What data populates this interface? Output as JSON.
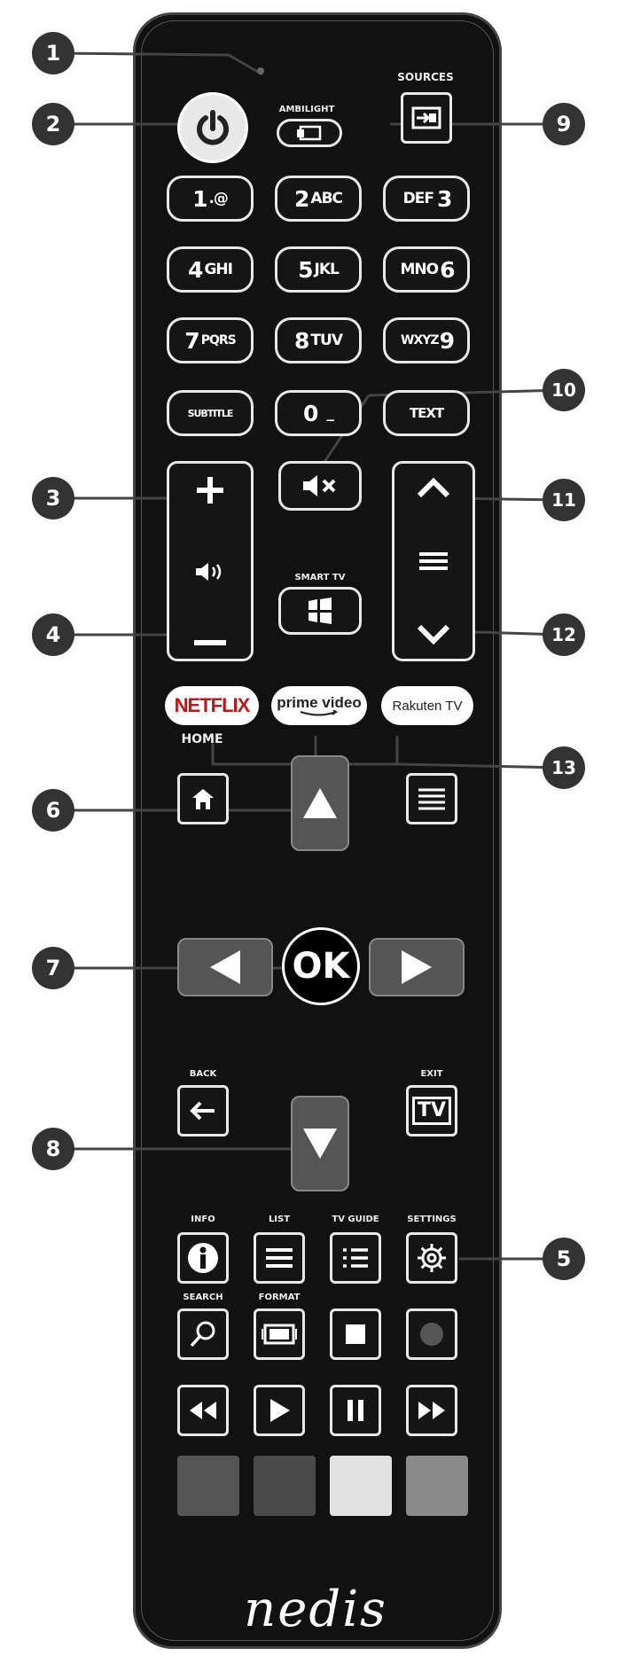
{
  "callouts": [
    "1",
    "2",
    "3",
    "4",
    "5",
    "6",
    "7",
    "8",
    "9",
    "10",
    "11",
    "12",
    "13"
  ],
  "labels": {
    "ambilight": "AMBILIGHT",
    "sources": "SOURCES",
    "smart_tv": "SMART TV",
    "home": "HOME",
    "back": "BACK",
    "exit": "EXIT",
    "info": "INFO",
    "list": "LIST",
    "tv_guide": "TV GUIDE",
    "settings": "SETTINGS",
    "search": "SEARCH",
    "format": "FORMAT"
  },
  "keys": {
    "k1": {
      "main": "1",
      "sub": ".@"
    },
    "k2": {
      "main": "2",
      "sub": "ABC"
    },
    "k3": {
      "main": "3",
      "sub": "DEF"
    },
    "k4": {
      "main": "4",
      "sub": "GHI"
    },
    "k5": {
      "main": "5",
      "sub": "JKL"
    },
    "k6": {
      "main": "6",
      "sub": "MNO"
    },
    "k7": {
      "main": "7",
      "sub": "PQRS"
    },
    "k8": {
      "main": "8",
      "sub": "TUV"
    },
    "k9": {
      "main": "9",
      "sub": "WXYZ"
    },
    "k0": {
      "main": "0",
      "sub": "_"
    },
    "subtitle": "SUBTITLE",
    "text": "TEXT",
    "ok": "OK",
    "exit_tv": "TV"
  },
  "streaming": {
    "netflix": "NETFLIX",
    "prime": "prime video",
    "rakuten": "Rakuten TV"
  },
  "brand": "nedis",
  "colors": {
    "body": "#111111",
    "callout_bg": "#333333",
    "netflix": "#b8191f",
    "red_key": "#555555",
    "green_key": "#4a4a4a",
    "yellow_key": "#e2e2e2",
    "blue_key": "#8a8a8a"
  }
}
